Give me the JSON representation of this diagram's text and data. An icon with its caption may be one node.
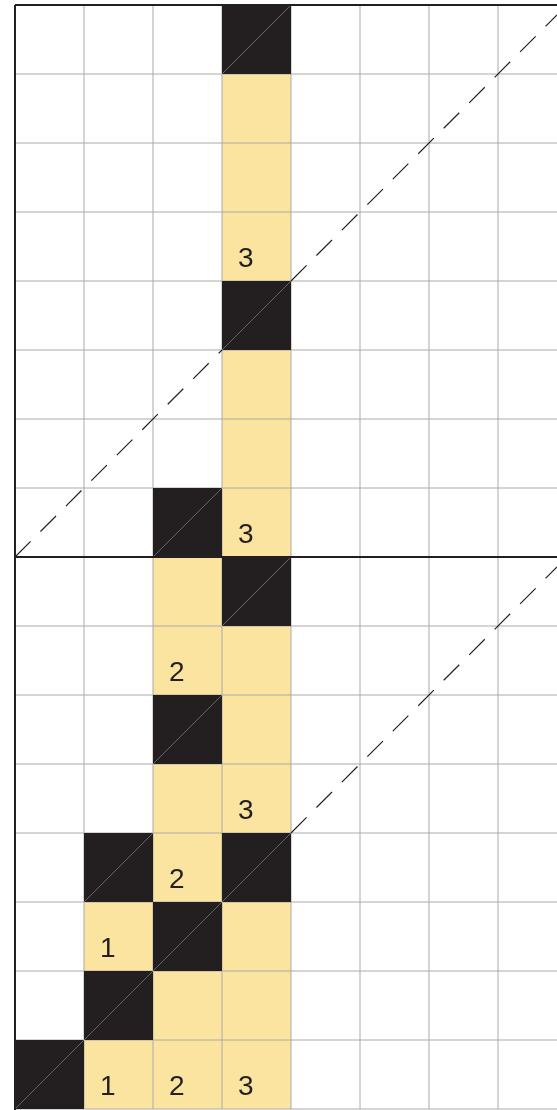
{
  "diagram": {
    "labels": [
      "3",
      "3",
      "2",
      "3",
      "2",
      "1",
      "1",
      "2",
      "3"
    ]
  }
}
